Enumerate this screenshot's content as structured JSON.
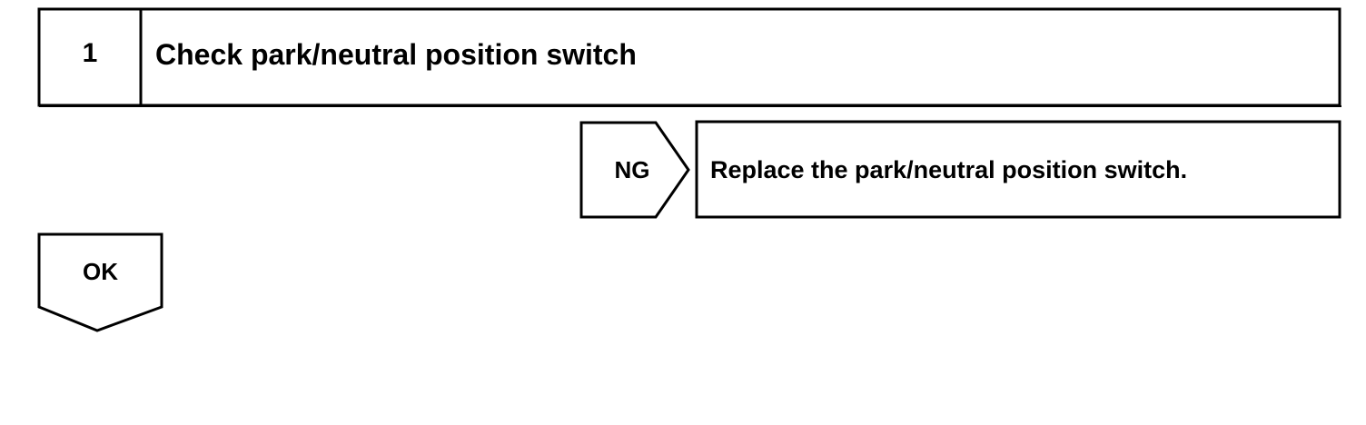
{
  "step": {
    "number": "1",
    "title": "Check park/neutral position switch"
  },
  "ng_branch": {
    "label": "NG",
    "action": "Replace the park/neutral position switch."
  },
  "ok_branch": {
    "label": "OK"
  },
  "colors": {
    "stroke": "#000000",
    "background": "#ffffff"
  }
}
